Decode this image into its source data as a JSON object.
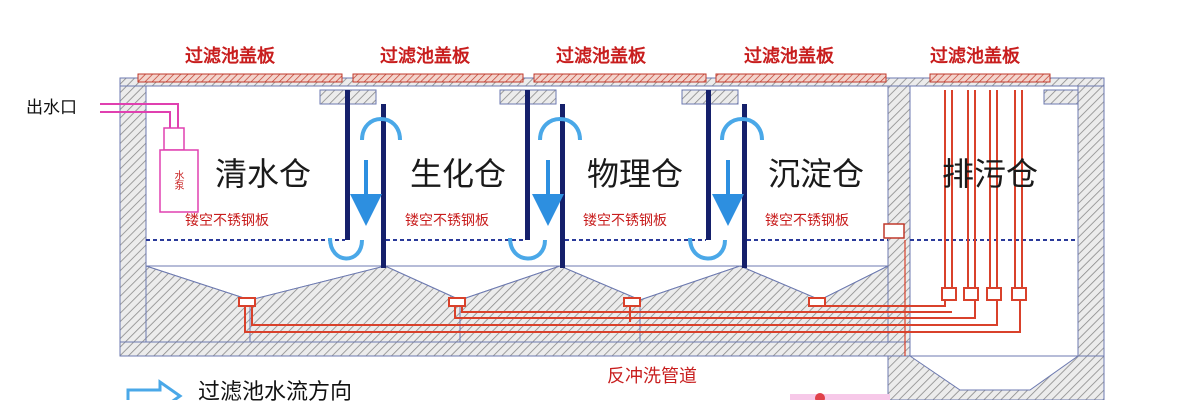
{
  "cover_labels": [
    "过滤池盖板",
    "过滤池盖板",
    "过滤池盖板",
    "过滤池盖板",
    "过滤池盖板"
  ],
  "chambers": [
    "清水仓",
    "生化仓",
    "物理仓",
    "沉淀仓",
    "排污仓"
  ],
  "plate_labels": [
    "镂空不锈钢板",
    "镂空不锈钢板",
    "镂空不锈钢板",
    "镂空不锈钢板"
  ],
  "outlet_label": "出水口",
  "pump_label": "水泵",
  "backwash_label": "反冲洗管道",
  "legend_label": "过滤池水流方向",
  "colors": {
    "wall_hatch": "#8a8a8a",
    "cover": "#c0392b",
    "pipe": "#d9412b",
    "water_flow": "#4aa8e8",
    "baffle": "#15206b",
    "plate": "#2a3a9a",
    "outlet_pipe": "#e040b0"
  }
}
